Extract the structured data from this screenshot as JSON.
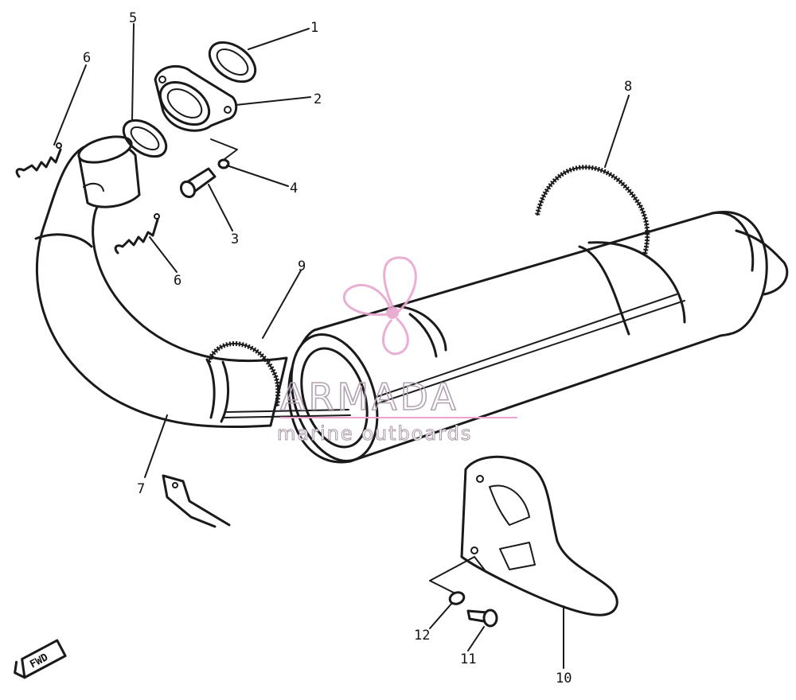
{
  "diagram": {
    "callouts": [
      {
        "id": "1",
        "text": "1"
      },
      {
        "id": "2",
        "text": "2"
      },
      {
        "id": "3",
        "text": "3"
      },
      {
        "id": "4",
        "text": "4"
      },
      {
        "id": "5",
        "text": "5"
      },
      {
        "id": "6a",
        "text": "6"
      },
      {
        "id": "6b",
        "text": "6"
      },
      {
        "id": "7",
        "text": "7"
      },
      {
        "id": "8",
        "text": "8"
      },
      {
        "id": "9",
        "text": "9"
      },
      {
        "id": "10",
        "text": "10"
      },
      {
        "id": "11",
        "text": "11"
      },
      {
        "id": "12",
        "text": "12"
      }
    ],
    "direction_marker": "FWD"
  },
  "watermark": {
    "brand": "ARMADA",
    "tagline": "marine outboards",
    "logo_color": "#e8a6cf",
    "text_color": "#b2a2b2"
  }
}
